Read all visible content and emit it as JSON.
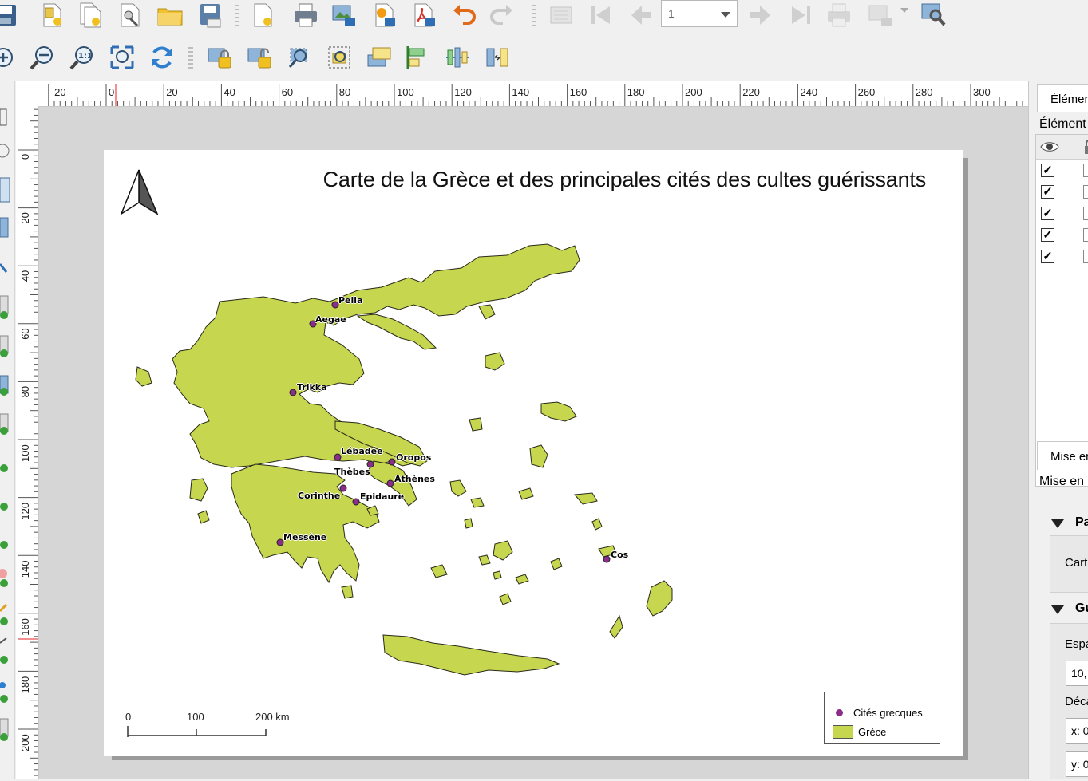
{
  "toolbar_top": {
    "icons": [
      "save-icon",
      "new-layout-icon",
      "duplicate-layout-icon",
      "layout-manager-icon",
      "open-template-icon",
      "save-template-icon",
      "new-report-icon",
      "print-icon",
      "export-image-icon",
      "export-svg-icon",
      "export-pdf-icon",
      "undo-icon",
      "redo-icon",
      "atlas-preview-icon",
      "first-feature-icon",
      "previous-feature-icon",
      "next-feature-icon",
      "last-feature-icon",
      "atlas-print-icon",
      "atlas-export-icon",
      "atlas-settings-icon"
    ],
    "page_value": "1"
  },
  "toolbar_second": {
    "icons": [
      "zoom-in-icon",
      "zoom-out-icon",
      "zoom-actual-icon",
      "zoom-full-icon",
      "refresh-icon",
      "lock-items-icon",
      "unlock-items-icon",
      "select-group-icon",
      "ungroup-icon",
      "raise-items-icon",
      "align-left-icon",
      "distribute-icon",
      "resize-icon"
    ]
  },
  "rulers": {
    "horizontal": [
      "-20",
      "0",
      "20",
      "40",
      "60",
      "80",
      "100",
      "120",
      "140",
      "160",
      "180",
      "200",
      "220",
      "240",
      "260",
      "280",
      "300"
    ],
    "vertical": [
      "0",
      "20",
      "40",
      "60",
      "80",
      "100",
      "120",
      "140",
      "160",
      "180",
      "200"
    ]
  },
  "layout": {
    "title": "Carte de la Grèce et des principales cités des cultes guérissants",
    "cities": [
      {
        "name": "Pella"
      },
      {
        "name": "Aegae"
      },
      {
        "name": "Trikka"
      },
      {
        "name": "Lébadée"
      },
      {
        "name": "Oropos"
      },
      {
        "name": "Thèbes"
      },
      {
        "name": "Athènes"
      },
      {
        "name": "Corinthe"
      },
      {
        "name": "Epidaure"
      },
      {
        "name": "Messène"
      },
      {
        "name": "Cos"
      }
    ],
    "legend": {
      "points_label": "Cités grecques",
      "polygon_label": "Grèce"
    },
    "scalebar": {
      "labels": [
        "0",
        "100",
        "200 km"
      ]
    },
    "colors": {
      "land": "#c6d64f",
      "city": "#8b2d8b",
      "paper": "#ffffff",
      "canvas": "#d6d6d6"
    }
  },
  "right_panel": {
    "items_tab": "Élémen",
    "items_heading": "Élément",
    "rows_checked": [
      true,
      true,
      true,
      true,
      true
    ],
    "properties_tab": "Mise en",
    "properties_heading": "Mise en",
    "section_main": "Pa",
    "section_main_value": "Cart",
    "section_guides": "Gu",
    "spacing_label": "Espa",
    "spacing_value": "10,",
    "offset_label": "Déca",
    "offset_x": "x: 0",
    "offset_y": "y: 0"
  }
}
